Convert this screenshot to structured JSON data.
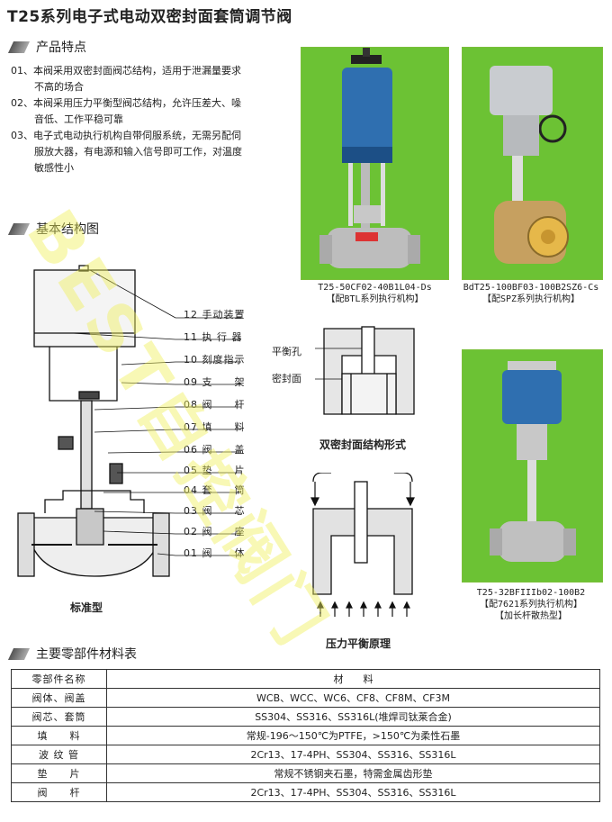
{
  "title": "T25系列电子式电动双密封面套筒调节阀",
  "sections": {
    "features": "产品特点",
    "structure": "基本结构图",
    "materials": "主要零部件材料表"
  },
  "features": [
    {
      "num": "01、",
      "line1": "本阀采用双密封面阀芯结构，适用于泄漏量要求",
      "line2": "不高的场合"
    },
    {
      "num": "02、",
      "line1": "本阀采用压力平衡型阀芯结构，允许压差大、噪",
      "line2": "音低、工作平稳可靠"
    },
    {
      "num": "03、",
      "line1": "电子式电动执行机构自带伺服系统，无需另配伺",
      "line2": "服放大器，有电源和输入信号即可工作，对温度",
      "line3": "敏感性小"
    }
  ],
  "photos": [
    {
      "model": "T25-50CF02-40B1L04-Ds",
      "note": "【配BTL系列执行机构】"
    },
    {
      "model": "BdT25-100BF03-100B2SZ6-Cs",
      "note": "【配SPZ系列执行机构】"
    },
    {
      "model": "T25-32BFIIIb02-100B2",
      "note": "【配7621系列执行机构】",
      "note2": "【加长杆散热型】"
    }
  ],
  "parts": [
    "12 手动装置",
    "11 执 行 器",
    "10 刻度指示",
    "09 支　　架",
    "08 阀　　杆",
    "07 填　　料",
    "06 阀　　盖",
    "05 垫　　片",
    "04 套　　筒",
    "03 阀　　芯",
    "02 阀　　座",
    "01 阀　　体"
  ],
  "diagram_captions": {
    "standard": "标准型",
    "seal": "双密封面结构形式",
    "balance": "压力平衡原理",
    "balance_hole": "平衡孔",
    "seal_face": "密封面"
  },
  "watermark": "BEST自控阀门",
  "materials_table": {
    "header": [
      "零部件名称",
      "材　　料"
    ],
    "rows": [
      [
        "阀体、阀盖",
        "WCB、WCC、WC6、CF8、CF8M、CF3M"
      ],
      [
        "阀芯、套筒",
        "SS304、SS316、SS316L(堆焊司钛莱合金)"
      ],
      [
        "填　　料",
        "常规-196～150℃为PTFE，>150℃为柔性石墨"
      ],
      [
        "波 纹 管",
        "2Cr13、17-4PH、SS304、SS316、SS316L"
      ],
      [
        "垫　　片",
        "常规不锈钢夹石墨，特需金属齿形垫"
      ],
      [
        "阀　　杆",
        "2Cr13、17-4PH、SS304、SS316、SS316L"
      ]
    ]
  },
  "colors": {
    "photo_bg": "#6cc234",
    "actuator_blue": "#2f6fb0",
    "watermark": "#f0f05a"
  }
}
